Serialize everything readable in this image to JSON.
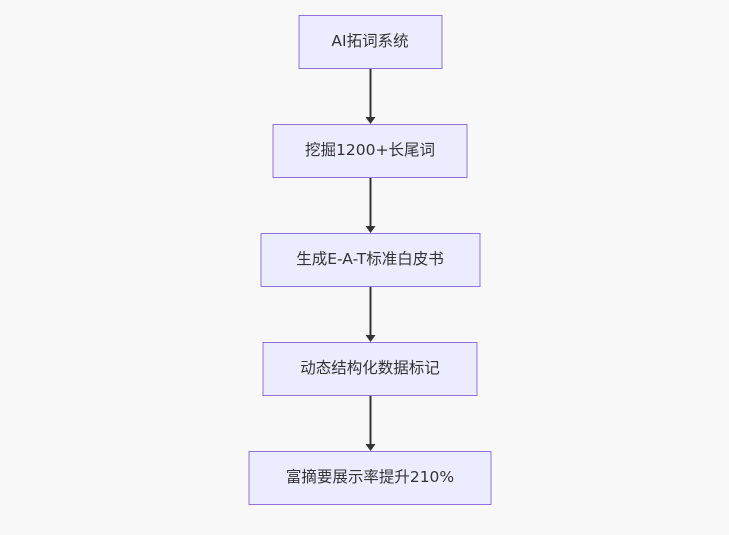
{
  "diagram": {
    "type": "flowchart",
    "direction": "top-down",
    "nodes": [
      {
        "id": "A",
        "label": "AI拓词系统"
      },
      {
        "id": "B",
        "label": "挖掘1200+长尾词"
      },
      {
        "id": "C",
        "label": "生成E-A-T标准白皮书"
      },
      {
        "id": "D",
        "label": "动态结构化数据标记"
      },
      {
        "id": "E",
        "label": "富摘要展示率提升210%"
      }
    ],
    "edges": [
      {
        "from": "A",
        "to": "B"
      },
      {
        "from": "B",
        "to": "C"
      },
      {
        "from": "C",
        "to": "D"
      },
      {
        "from": "D",
        "to": "E"
      }
    ],
    "colors": {
      "node_fill": "#ECECFF",
      "node_border": "#9370DB",
      "node_text": "#333333",
      "arrow": "#333333",
      "background": "#f8f8f8"
    }
  }
}
